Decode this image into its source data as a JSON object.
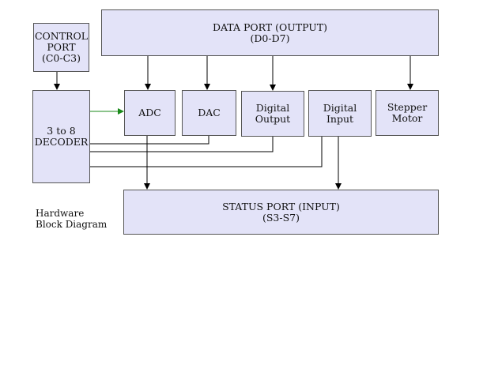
{
  "data_port": {
    "line1": "DATA PORT (OUTPUT)",
    "line2": "(D0-D7)"
  },
  "control_port": {
    "line1": "CONTROL",
    "line2": "PORT",
    "line3": "(C0-C3)"
  },
  "decoder": {
    "line1": "3 to 8",
    "line2": "DECODER"
  },
  "adc": {
    "label": "ADC"
  },
  "dac": {
    "label": "DAC"
  },
  "digital_output": {
    "line1": "Digital",
    "line2": "Output"
  },
  "digital_input": {
    "line1": "Digital",
    "line2": "Input"
  },
  "stepper_motor": {
    "line1": "Stepper",
    "line2": "Motor"
  },
  "status_port": {
    "line1": "STATUS PORT (INPUT)",
    "line2": "(S3-S7)"
  },
  "caption": {
    "line1": "Hardware",
    "line2": "Block Diagram"
  },
  "colors": {
    "box_fill": "#e3e3f8",
    "line": "#000000",
    "enable_arrow": "#1a8a1a"
  }
}
